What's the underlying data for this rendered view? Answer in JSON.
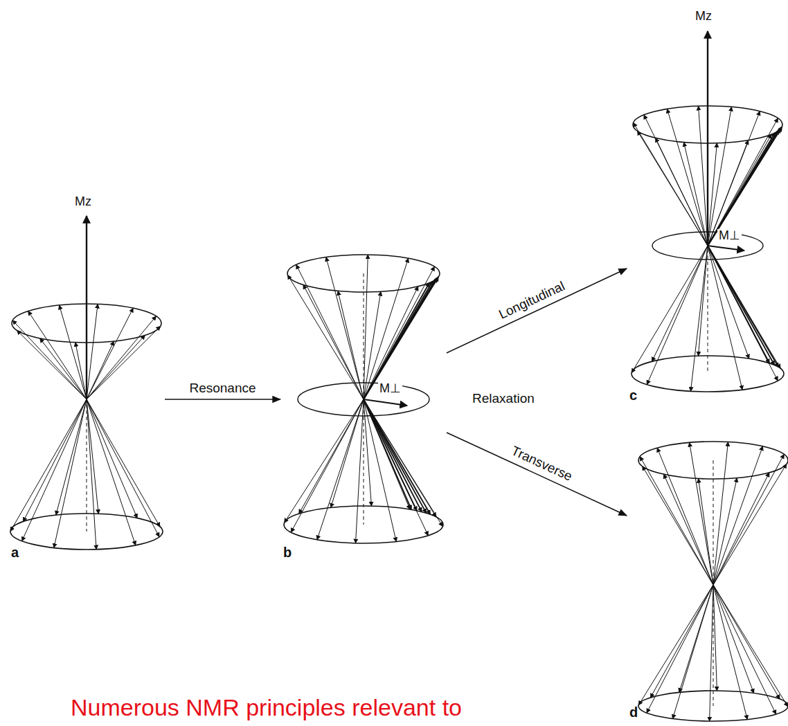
{
  "diagram": {
    "nodes": [
      {
        "text": [
          "a"
        ]
      },
      {
        "text": [
          "b"
        ]
      },
      {
        "text": [
          "c"
        ]
      },
      {
        "text": [
          "d"
        ]
      }
    ],
    "edges": [
      {
        "from": 0,
        "to": 1,
        "arrow": "to",
        "label": "Resonance"
      },
      {
        "from": 1,
        "to": 2,
        "arrow": "to",
        "label": "Longitudinal"
      },
      {
        "from": 1,
        "to": 3,
        "arrow": "to",
        "label": "Transverse"
      }
    ],
    "labels": [
      "Mz",
      "Mz",
      "M⊥",
      "M⊥",
      "Relaxation",
      "Numerous NMR principles relevant to"
    ]
  }
}
